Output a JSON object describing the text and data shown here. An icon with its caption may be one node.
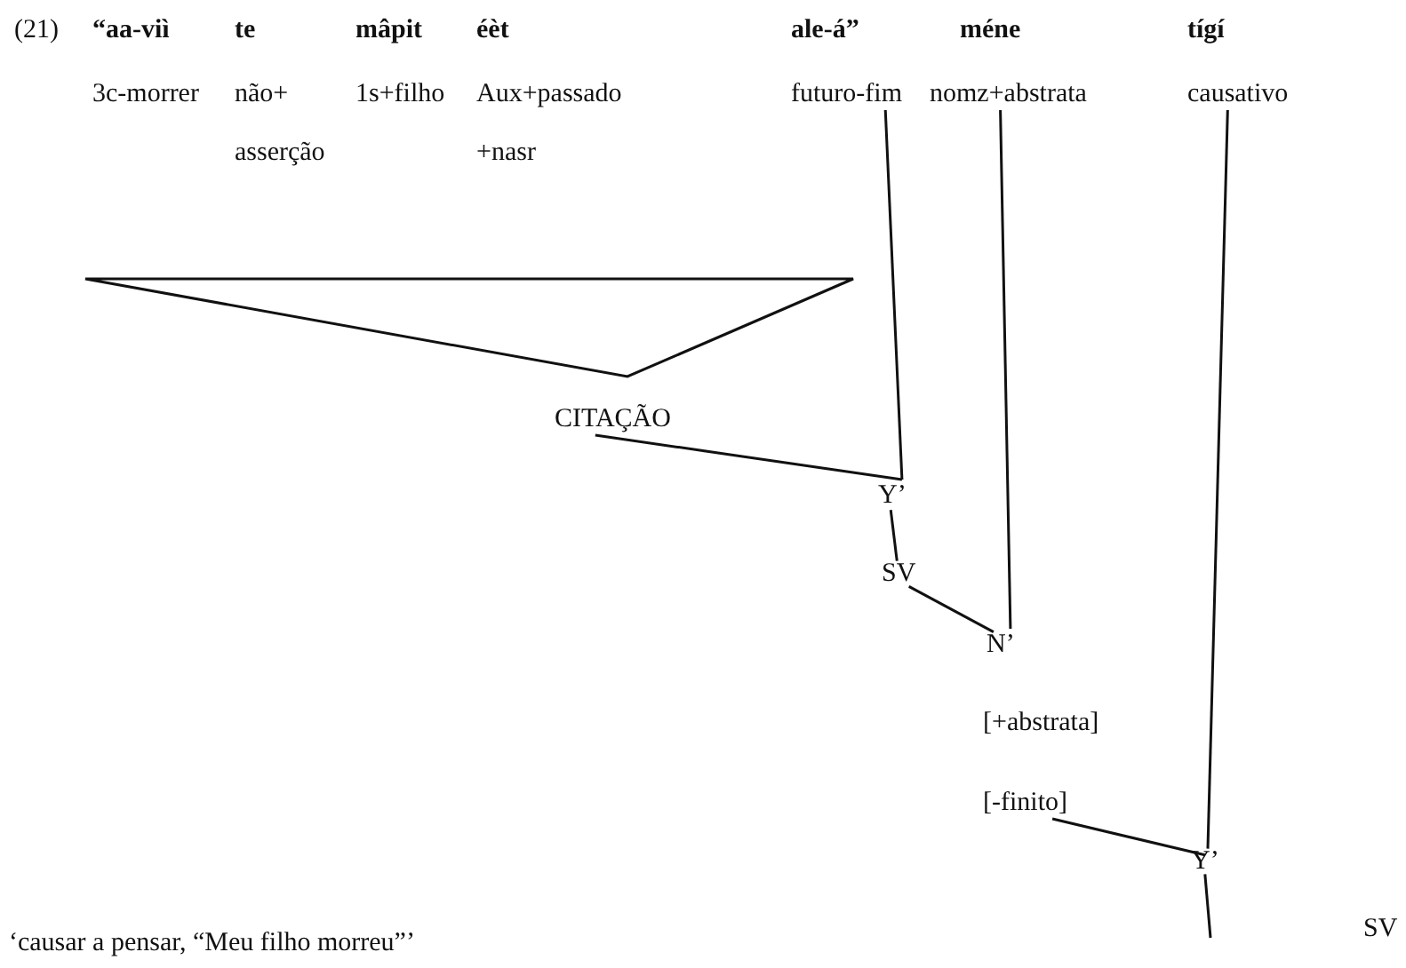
{
  "diagram": {
    "nodes": [
      {
        "text": [
          "futuro-fim"
        ]
      },
      {
        "text": [
          "nomz+abstrata"
        ]
      },
      {
        "text": [
          "causativo"
        ]
      },
      {
        "text": [
          "CITAÇÃO"
        ]
      },
      {
        "text": [
          "Y’"
        ]
      },
      {
        "text": [
          "SV"
        ]
      },
      {
        "text": [
          "N’"
        ]
      },
      {
        "text": [
          "[+abstrata]",
          "[-finito]"
        ]
      },
      {
        "text": [
          "Y’"
        ]
      }
    ],
    "edges": [
      {
        "from": 0,
        "to": 4,
        "arrow": "none"
      },
      {
        "from": 3,
        "to": 4,
        "arrow": "none"
      },
      {
        "from": 4,
        "to": 5,
        "arrow": "none"
      },
      {
        "from": 5,
        "to": 6,
        "arrow": "none"
      },
      {
        "from": 1,
        "to": 6,
        "arrow": "none"
      },
      {
        "from": 7,
        "to": 8,
        "arrow": "none"
      },
      {
        "from": 2,
        "to": 8,
        "arrow": "none"
      },
      {
        "from": 8,
        "to": null,
        "arrow": "none"
      }
    ],
    "labels": [
      "(21)",
      "“aa-viì",
      "te",
      "mâpit",
      "éèt",
      "ale-á”",
      "méne",
      "tígí",
      "3c-morrer",
      "não+",
      "1s+filho",
      "Aux+passado",
      "asserção",
      "+nasr",
      "‘causar a pensar, “Meu filho morreu”’",
      "SV"
    ]
  }
}
